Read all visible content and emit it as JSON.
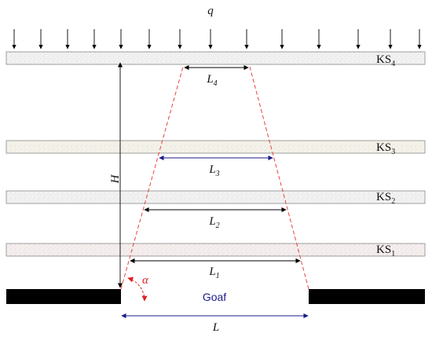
{
  "load_label": "q",
  "strata": [
    {
      "name": "KS",
      "sub": "4"
    },
    {
      "name": "KS",
      "sub": "3"
    },
    {
      "name": "KS",
      "sub": "2"
    },
    {
      "name": "KS",
      "sub": "1"
    }
  ],
  "spans": [
    {
      "name": "L",
      "sub": "4"
    },
    {
      "name": "L",
      "sub": "3"
    },
    {
      "name": "L",
      "sub": "2"
    },
    {
      "name": "L",
      "sub": "1"
    }
  ],
  "height_label": "H",
  "angle_label": "α",
  "goaf_label": "Goaf",
  "base_span_label": "L",
  "colors": {
    "dashed_boundary": "#e8453c",
    "angle_arc": "#e02020",
    "dimension_arrows": "#1a1a8c",
    "coal_seam": "#000000",
    "strata_fill": "#ededed"
  }
}
